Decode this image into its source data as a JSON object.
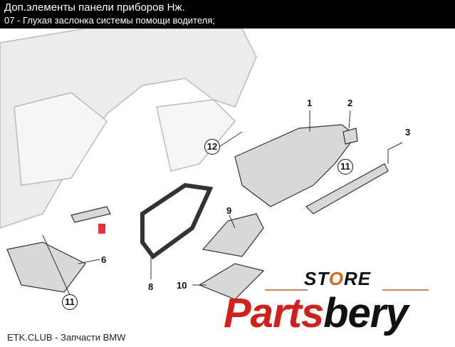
{
  "header": {
    "title": "Доп.элементы панели приборов Нж.",
    "subtitle": "07 - Глухая заслонка системы помощи водителя;"
  },
  "callouts": {
    "p1": "1",
    "p2": "2",
    "p3": "3",
    "p6": "6",
    "p8": "8",
    "p9": "9",
    "p10": "10",
    "p11a": "11",
    "p11b": "11",
    "p12": "12"
  },
  "footer": {
    "text": "ETK.CLUB - Запчасти BMW"
  },
  "logo": {
    "store_pre": "ST",
    "store_o": "O",
    "store_post": "RE",
    "brand_red": "Parts",
    "brand_black": "bery"
  },
  "colors": {
    "highlight": "#e8323c",
    "part_fill": "#e9e9e9",
    "line": "#333333"
  }
}
